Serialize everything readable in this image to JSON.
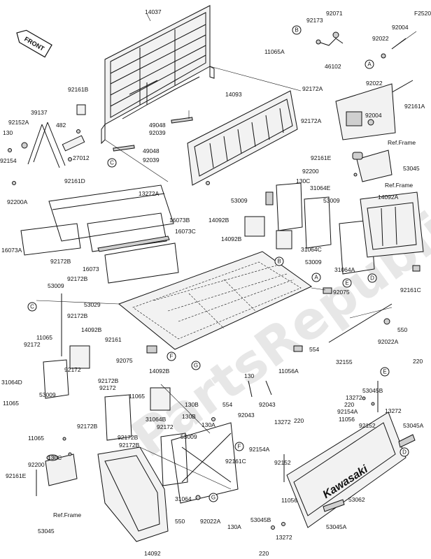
{
  "figure_code": "F2520",
  "front_tag": "FRONT",
  "brand_decal": "Kawasaki",
  "watermark": "PartsRepublik",
  "ref_frame": "Ref.Frame",
  "callouts": {
    "A": "A",
    "B": "B",
    "C": "C",
    "D": "D",
    "E": "E",
    "F": "F",
    "G": "G"
  },
  "labels": {
    "l14037": "14037",
    "l92173": "92173",
    "l92071": "92071",
    "l92004a": "92004",
    "l92022a": "92022",
    "l11065A": "11065A",
    "l46102": "46102",
    "l92161B": "92161B",
    "l14093": "14093",
    "l92172A1": "92172A",
    "l92022b": "92022",
    "l39137": "39137",
    "l92152A": "92152A",
    "l130a": "130",
    "l482": "482",
    "l49048a": "49048",
    "l92039a": "92039",
    "l92172A2": "92172A",
    "l92004b": "92004",
    "l92161A": "92161A",
    "l49048b": "49048",
    "l92039b": "92039",
    "l92154": "92154",
    "l27012": "27012",
    "l92161E1": "92161E",
    "l53045a": "53045",
    "l92161D": "92161D",
    "l92200a": "92200",
    "l130C1": "130C",
    "l92200A": "92200A",
    "l13272A": "13272A",
    "l31064E": "31064E",
    "l53009a": "53009",
    "l53009b": "53009",
    "l14092A": "14092A",
    "l16073B": "16073B",
    "l14092B1": "14092B",
    "l16073C": "16073C",
    "l16073A": "16073A",
    "l14092B2": "14092B",
    "l31064C": "31064C",
    "l92172B1": "92172B",
    "l53009c": "53009",
    "l16073": "16073",
    "l31064A": "31064A",
    "l92161C1": "92161C",
    "l92172B2": "92172B",
    "l53009d": "53009",
    "l53029": "53029",
    "l92075a": "92075",
    "l92172B3": "92172B",
    "l14092B3": "14092B",
    "l11065a": "11065",
    "l92161": "92161",
    "l550a": "550",
    "l554a": "554",
    "l92022Aa": "92022A",
    "l92172a": "92172",
    "l92075b": "92075",
    "l14092B4": "14092B",
    "l31064D": "31064D",
    "l92172b": "92172",
    "l92172B4": "92172B",
    "l11056A": "11056A",
    "l32155": "32155",
    "l11065b": "11065",
    "l92172c": "92172",
    "l130": "130",
    "l53009e": "53009",
    "l11065c": "11065",
    "l220a": "220",
    "l53045B1": "53045B",
    "l13272a": "13272",
    "l220b": "220",
    "l13272b": "13272",
    "l92154A1": "92154A",
    "l11056a": "11056",
    "l92152a": "92152",
    "l130B1": "130B",
    "l554b": "554",
    "l92043a": "92043",
    "l92043b": "92043",
    "l31064B": "31064B",
    "l92172B5": "92172B",
    "l92172d": "92172",
    "l11065d": "11065",
    "l130B2": "130B",
    "l130A1": "130A",
    "l53009f": "53009",
    "l92172B6": "92172B",
    "l92172B7": "92172B",
    "l53045A1": "53045A",
    "l13272c": "13272",
    "l220c": "220",
    "l92154A2": "92154A",
    "l130C2": "130C",
    "l92200b": "92200",
    "l92161E2": "92161E",
    "l92152b": "92152",
    "l92161C2": "92161C",
    "l31064": "31064",
    "l11056b": "11056",
    "l53062": "53062",
    "l53045b": "53045",
    "l53045B2": "53045B",
    "l550b": "550",
    "l92022Ab": "92022A",
    "l130A2": "130A",
    "l53045A2": "53045A",
    "l14092": "14092",
    "l13272d": "13272",
    "l220d": "220"
  }
}
